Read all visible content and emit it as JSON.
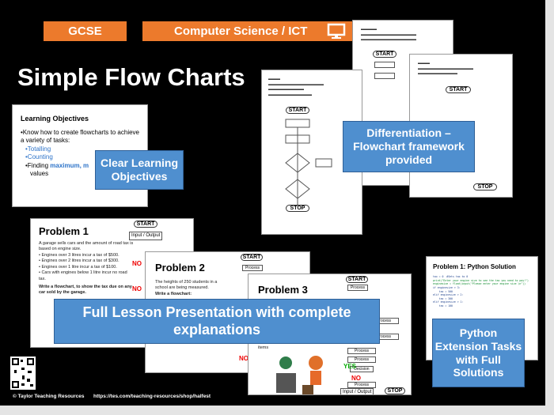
{
  "header": {
    "gcse": "GCSE",
    "subject": "Computer Science / ICT",
    "subject_icon": "monitor-icon",
    "title": "Simple Flow Charts"
  },
  "colors": {
    "orange": "#ec7a2c",
    "callout_blue": "#4f8fcf",
    "background": "#000000"
  },
  "objectives_slide": {
    "heading": "Learning Objectives",
    "intro": "•Know how to create flowcharts to achieve a variety of tasks:",
    "items": [
      "•Totalling",
      "•Counting"
    ],
    "finding_prefix": "•Finding ",
    "finding_highlight": "maximum, m",
    "finding_suffix": "values"
  },
  "callouts": {
    "objectives": "Clear Learning Objectives",
    "differentiation": "Differentiation – Flowchart framework provided",
    "lesson": "Full Lesson Presentation with complete explanations",
    "python": "Python Extension Tasks with Full Solutions"
  },
  "flowchart": {
    "start": "START",
    "stop": "STOP",
    "process": "Process",
    "decision": "Decision",
    "io": "Input / Output",
    "yes": "YES",
    "no": "NO"
  },
  "problem1": {
    "title": "Problem 1",
    "intro": "A garage sells cars and the amount of road tax is based on engine size.",
    "bullets": [
      "• Engines over 3 litres incur a tax of $500.",
      "• Engines over 2 litres incur a tax of $300.",
      "• Engines over 1 litre incur a tax of $100.",
      "• Cars with engines below 1 litre incur no road tax."
    ],
    "task": "Write a flowchart, to show the tax due on any car sold by the garage."
  },
  "problem2": {
    "title": "Problem 2",
    "intro": "The heights of 250 students in a school are being measured.",
    "task": "Write a flowchart:"
  },
  "problem3": {
    "title": "Problem 3",
    "fragment": "items"
  },
  "python_slide": {
    "title": "Problem 1: Python Solution",
    "code": [
      "tax = 0  #Sets tax to 0",
      "print(\"Enter your engine size to see the tax you need to pay!\")",
      "enginesize = float(input(\"Please enter your engine size \\n\"))",
      "",
      "if enginesize > 3:",
      "    tax = 500",
      "",
      "elif enginesize > 2:",
      "    tax = 300",
      "",
      "elif enginesize > 1:",
      "    tax = 100"
    ]
  },
  "footer": {
    "copyright": "© Taylor Teaching Resources",
    "url": "https://tes.com/teaching-resources/shop/halfest"
  }
}
